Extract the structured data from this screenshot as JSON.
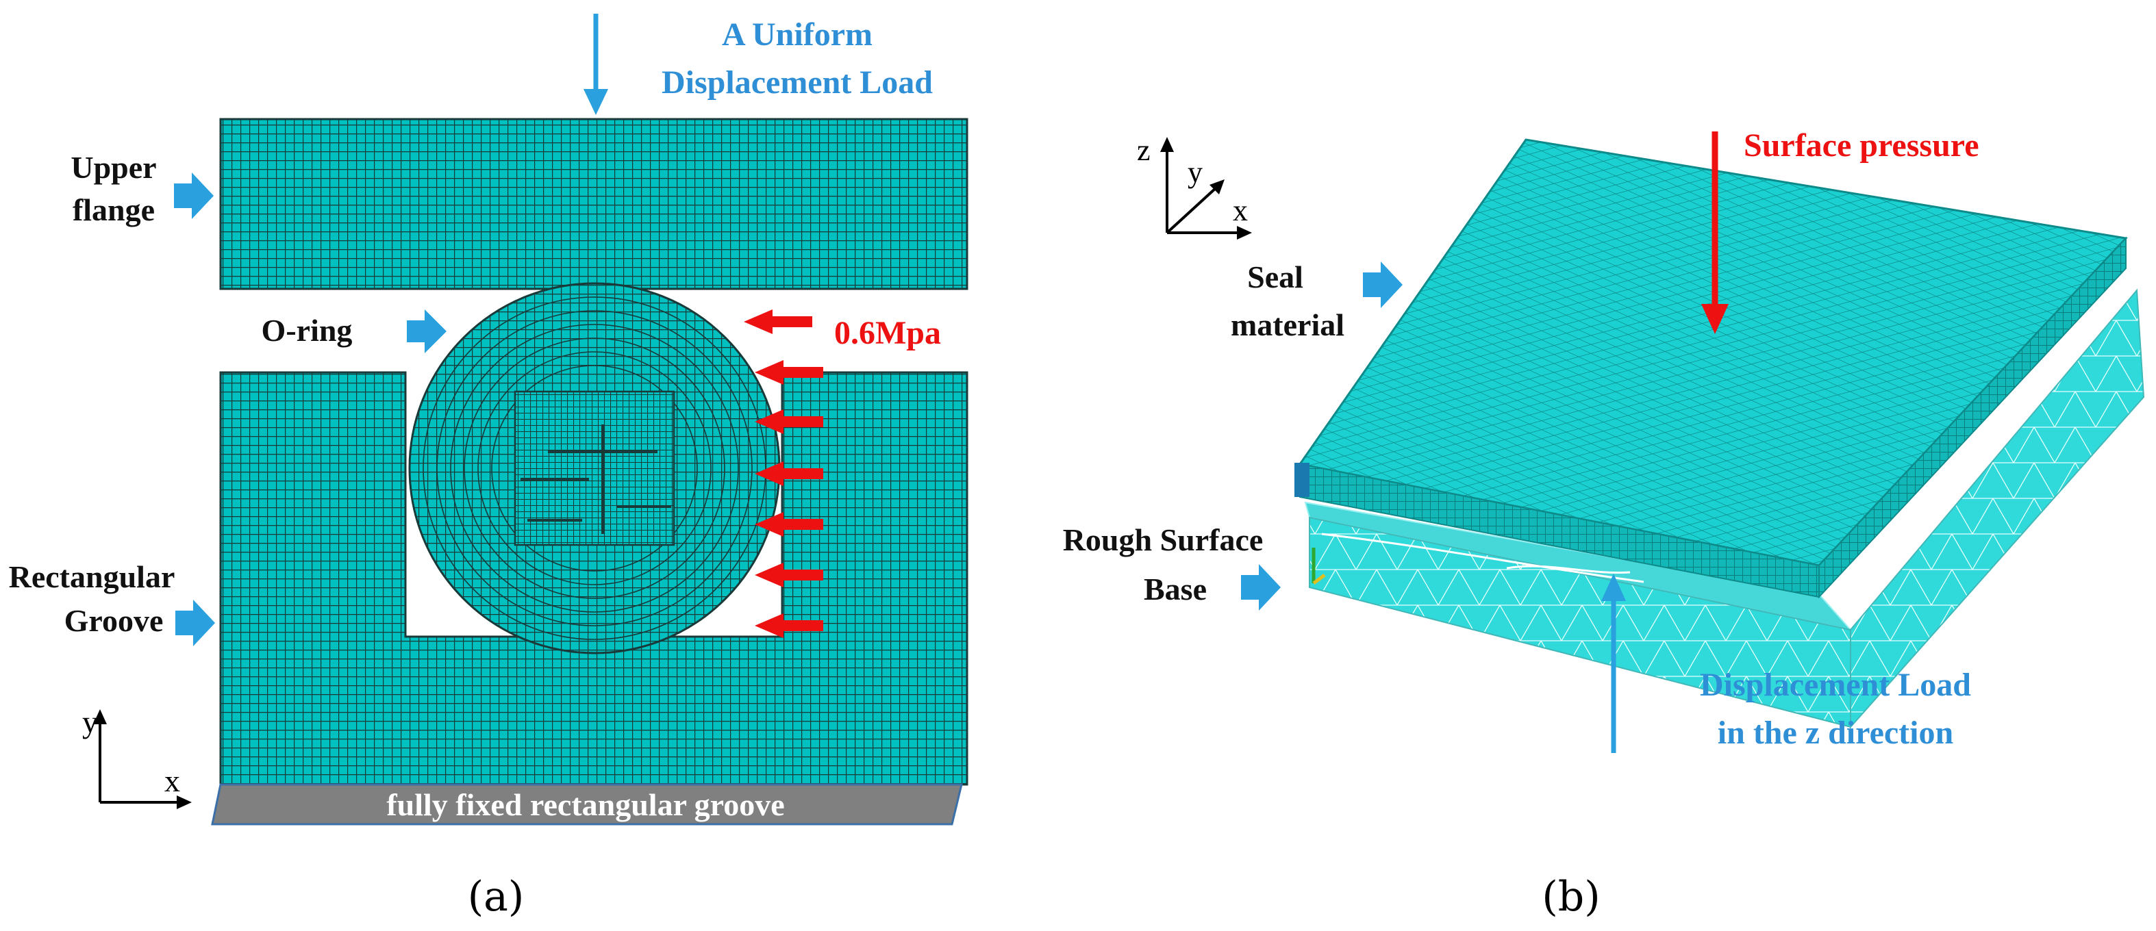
{
  "panel_a": {
    "load_label": [
      "A Uniform",
      "Displacement Load"
    ],
    "upper_flange_label": [
      "Upper",
      "flange"
    ],
    "oring_label": "O-ring",
    "pressure_label": "0.6Mpa",
    "groove_label": [
      "Rectangular",
      "Groove"
    ],
    "fixed_label": "fully fixed rectangular groove",
    "axis_y": "y",
    "axis_x": "x",
    "caption": "(a)"
  },
  "panel_b": {
    "axis_z": "z",
    "axis_y": "y",
    "axis_x": "x",
    "pressure_label": "Surface pressure",
    "seal_label": [
      "Seal",
      "material"
    ],
    "base_label": [
      "Rough Surface",
      "Base"
    ],
    "disp_label": [
      "Displacement Load",
      "in the z direction"
    ],
    "caption": "(b)"
  },
  "colors": {
    "mesh_fill": "#00c0c0",
    "mesh_line": "#1a3a3a",
    "blue_text": "#2f8fd6",
    "blue_arrow": "#2aa0de",
    "red": "#ee1111",
    "fixed_base": "#808080",
    "text": "#111111"
  }
}
